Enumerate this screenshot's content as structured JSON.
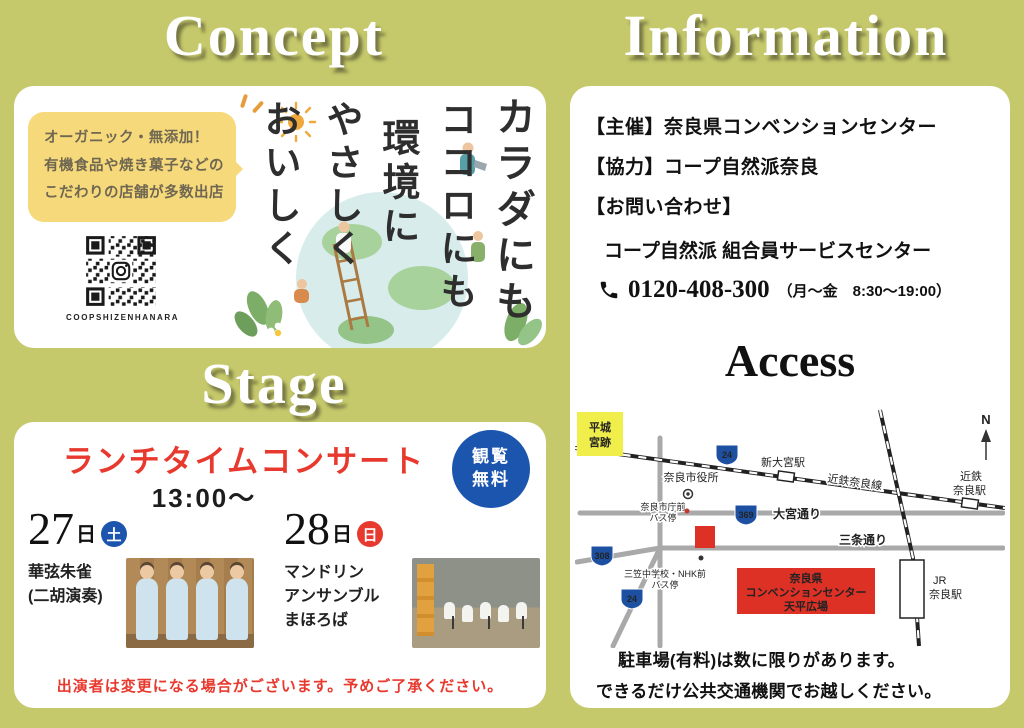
{
  "colors": {
    "background": "#c5c96b",
    "accent_red": "#e8392e",
    "accent_blue": "#1c55ae",
    "bubble_yellow": "#f6d97a",
    "map_yellow": "#f0ee4b",
    "venue_red": "#dd3126"
  },
  "headers": {
    "concept": "Concept",
    "information": "Information",
    "stage": "Stage"
  },
  "concept": {
    "bubble": {
      "line1": "オーガニック・無添加！",
      "line2": "有機食品や焼き菓子などの",
      "line3": "こだわりの店舗が多数出店"
    },
    "qr_label": "COOPSHIZENHANARA",
    "vertical_text": {
      "col1": "カラダにも",
      "col2": "ココロにも",
      "col3": "環境に",
      "col4": "やさしく",
      "col5": "おいしく"
    }
  },
  "stage": {
    "title": "ランチタイムコンサート",
    "time": "13:00～",
    "badge_line1": "観覧",
    "badge_line2": "無料",
    "events": [
      {
        "day": "27",
        "day_unit": "日",
        "dow": "土",
        "dow_color": "#1c55ae",
        "line1": "華弦朱雀",
        "line2": "(二胡演奏)"
      },
      {
        "day": "28",
        "day_unit": "日",
        "dow": "日",
        "dow_color": "#e8392e",
        "line1": "マンドリン",
        "line2": "アンサンブル",
        "line3": "まほろば"
      }
    ],
    "notice": "出演者は変更になる場合がございます。予めご了承ください。"
  },
  "info": {
    "organizer_label": "【主催】",
    "organizer": "奈良県コンベンションセンター",
    "support_label": "【協力】",
    "support": "コープ自然派奈良",
    "contact_label": "【お問い合わせ】",
    "contact_name": "コープ自然派 組合員サービスセンター",
    "phone": "0120-408-300",
    "phone_hours": "（月～金　8:30～19:00）",
    "access_title": "Access",
    "notice_line1": "駐車場(有料)は数に限りがあります。",
    "notice_line2": "できるだけ公共交通機関でお越しください。"
  },
  "map": {
    "labels": {
      "heijo_1": "平城",
      "heijo_2": "宮跡",
      "shin_omiya": "新大宮駅",
      "kintetsu_line": "近鉄奈良線",
      "kintetsu_nara_1": "近鉄",
      "kintetsu_nara_2": "奈良駅",
      "city_hall": "奈良市役所",
      "bus1_1": "奈良市庁前",
      "bus1_2": "バス停",
      "omiya_dori": "大宮通り",
      "sanjo_dori": "三条通り",
      "bus2_1": "三笠中学校・NHK前",
      "bus2_2": "バス停",
      "venue_1": "奈良県",
      "venue_2": "コンベンションセンター",
      "venue_3": "天平広場",
      "jr_1": "JR",
      "jr_2": "奈良駅",
      "route_24a": "24",
      "route_369": "369",
      "route_308": "308",
      "route_24b": "24",
      "compass": "N"
    }
  }
}
